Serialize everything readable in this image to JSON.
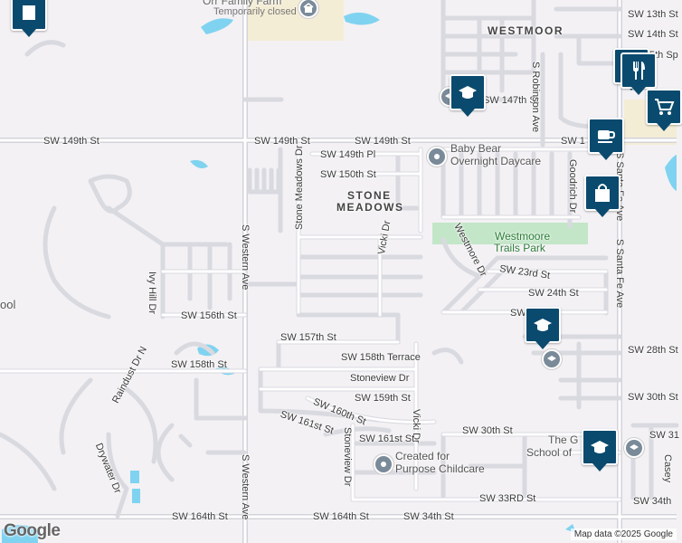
{
  "map": {
    "attribution": "Map data ©2025 Google",
    "logo_text": "Google",
    "areas": {
      "westmoor": "WESTMOOR",
      "stone_meadows_1": "STONE",
      "stone_meadows_2": "MEADOWS"
    },
    "park": {
      "line1": "Westmoore",
      "line2": "Trails Park"
    },
    "pois": {
      "farm_name": "Orr Family Farm",
      "farm_status": "Temporarily closed",
      "daycare_1": "Baby Bear",
      "daycare_2": "Overnight Daycare",
      "childcare_1": "Created for",
      "childcare_2": "Purpose Childcare",
      "school_partial_1": "The G",
      "school_partial_2": "School of",
      "partial_ool": "ool"
    },
    "streets": {
      "sw_13th": "SW 13th St",
      "sw_14th": "SW 14th St",
      "sw_15th_sp": "5th Sp",
      "sw_147th": "SW 147th St",
      "s_robinson": "S Robinson Ave",
      "sw_149th_a": "SW 149th St",
      "sw_149th_b": "SW 149th St",
      "sw_149th_c": "SW 149th St",
      "sw_1_partial": "SW 1",
      "sw_149th_pl": "SW 149th Pl",
      "sw_150th": "SW 150th St",
      "goodrich": "Goodrich Dr",
      "stone_meadows_dr": "Stone Meadows Dr",
      "vicki_dr_top": "Vicki Dr",
      "westmore_dr": "Westmore Dr",
      "sw_23rd": "SW 23rd St",
      "sw_24th": "SW 24th St",
      "sw_partial": "SW",
      "s_santa_fe_1": "S Santa Fe Ave",
      "s_santa_fe_2": "S Santa Fe Ave",
      "s_western_top": "S Western Ave",
      "s_western_bot": "S Western Ave",
      "ivy_hill": "Ivy Hill Dr",
      "sw_156th": "SW 156th St",
      "sw_157th": "SW 157th St",
      "sw_158th_terrace": "SW 158th Terrace",
      "sw_28th": "SW 28th St",
      "sw_158th": "SW 158th St",
      "raindust": "Raindust Dr N",
      "stoneview_dr": "Stoneview Dr",
      "sw_159th": "SW 159th St",
      "sw_30th_right": "SW 30th St",
      "sw_160th": "SW 160th St",
      "sw_161st_diag": "SW 161st St",
      "stoneview_dr_v": "Stoneview Dr",
      "vicki_dr_bot": "Vicki Dr",
      "sw_30th": "SW 30th St",
      "sw_161st": "SW 161st St",
      "sw_31_partial": "SW 31",
      "casey_partial": "Casey",
      "drywater": "Drywater Dr",
      "sw_33rd": "SW 33RD St",
      "sw_34th_right": "SW 34th",
      "sw_164th": "SW 164th St",
      "sw_164th_b": "SW 164th St",
      "sw_34th": "SW 34th St"
    },
    "colors": {
      "pin": "#0a4a6e",
      "water": "#7fd3f0",
      "park": "#c3e6c8",
      "road": "#ffffff",
      "major_road": "#d3d3da",
      "commercial": "#f4edd6"
    },
    "icons": [
      "graduation-cap-icon",
      "utensils-icon",
      "shopping-cart-icon",
      "coffee-cup-icon",
      "shopping-bag-icon",
      "mortar-board-dot-icon",
      "location-pin-icon"
    ]
  }
}
